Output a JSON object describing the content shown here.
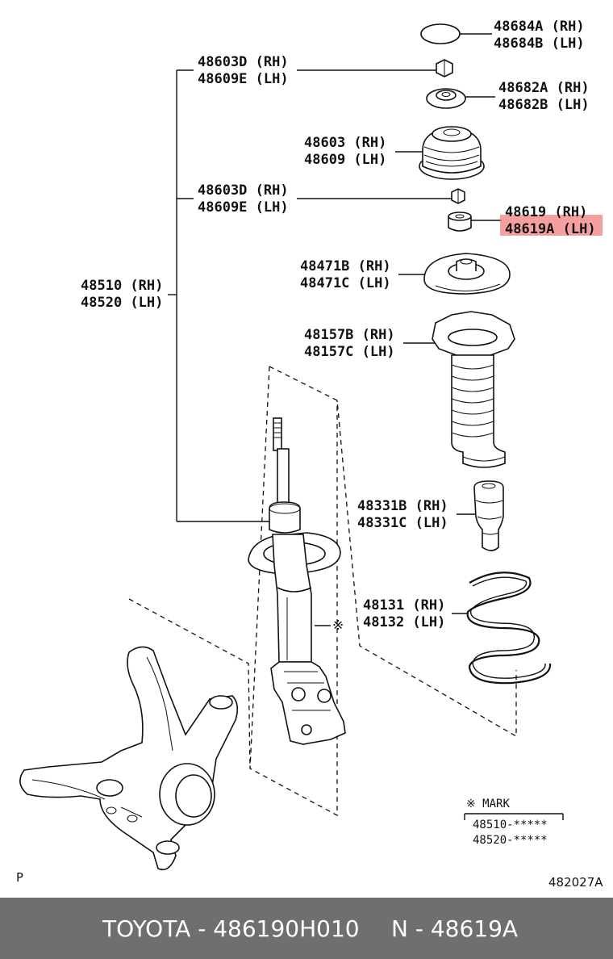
{
  "labels": {
    "cap": [
      "48684A (RH)",
      "48684B (LH)"
    ],
    "nut_top": [
      "48603D (RH)",
      "48609E (LH)"
    ],
    "seat": [
      "48682A (RH)",
      "48682B (LH)"
    ],
    "support": [
      "48603 (RH)",
      "48609 (LH)"
    ],
    "nut_mid": [
      "48603D (RH)",
      "48609E (LH)"
    ],
    "bushing": [
      "48619 (RH)",
      "48619A (LH)"
    ],
    "upper_seat": [
      "48471B (RH)",
      "48471C (LH)"
    ],
    "boot": [
      "48157B (RH)",
      "48157C (LH)"
    ],
    "bumper": [
      "48331B (RH)",
      "48331C (LH)"
    ],
    "spring": [
      "48131 (RH)",
      "48132 (LH)"
    ],
    "absorber": [
      "48510 (RH)",
      "48520 (LH)"
    ]
  },
  "mark_box": {
    "title": "※ MARK",
    "rows": [
      "48510-*****",
      "48520-*****"
    ]
  },
  "asterisk_symbol": "※",
  "corner_left": "P",
  "diagram_code": "482027A",
  "highlight_color": "#f08080",
  "footer": {
    "left": "TOYOTA - 486190H010",
    "right": "N - 48619A"
  }
}
